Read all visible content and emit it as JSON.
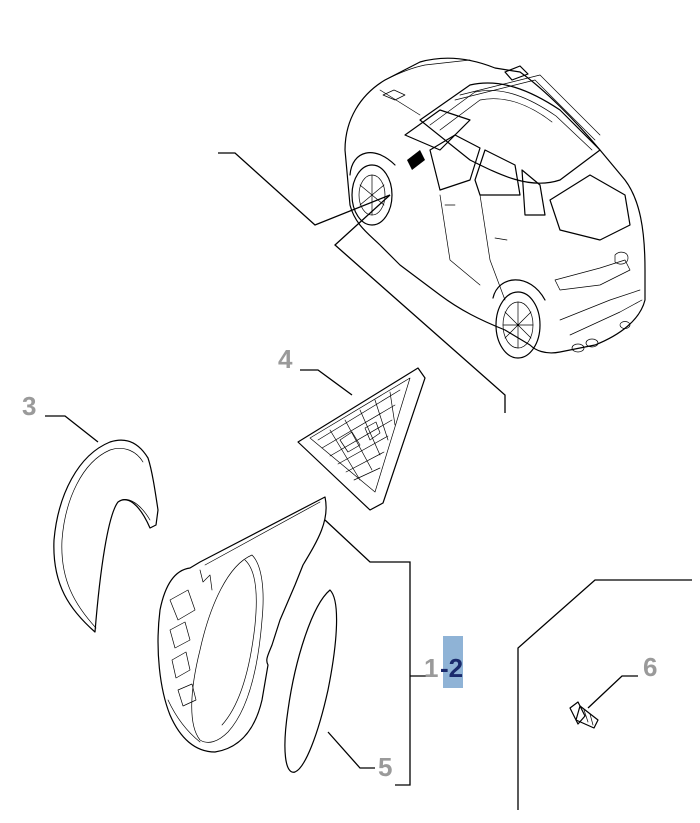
{
  "callouts": {
    "part_3": "3",
    "part_4": "4",
    "part_1": "1",
    "part_2": "-2",
    "part_5": "5",
    "part_6": "6"
  },
  "colors": {
    "callout_number": "#9a9a9a",
    "highlight_background": "#8fb3d6",
    "highlight_text": "#1a2a6c",
    "line": "#000000"
  }
}
